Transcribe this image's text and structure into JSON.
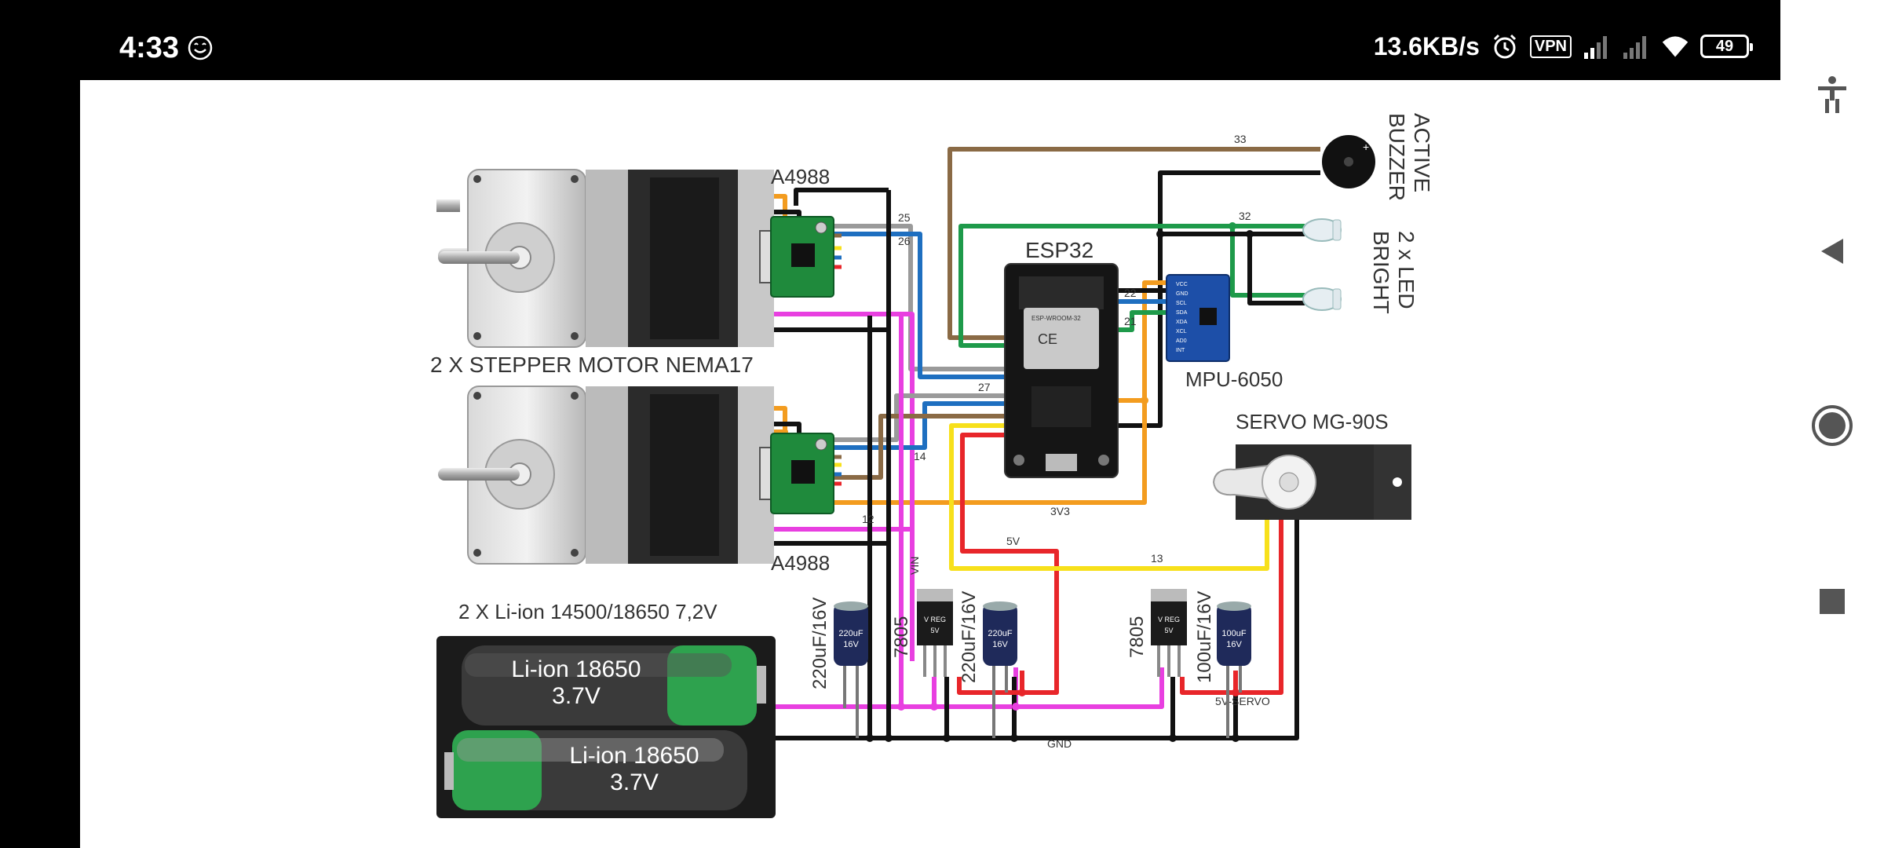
{
  "status_bar": {
    "time": "4:33",
    "net_speed": "13.6KB/s",
    "vpn": "VPN",
    "battery": "49",
    "icons": [
      "smiley-icon",
      "alarm-icon",
      "signal-icon",
      "signal-weak-icon",
      "wifi-icon",
      "battery-icon"
    ]
  },
  "nav_bar": {
    "icons": [
      "accessibility-icon",
      "back-icon",
      "home-icon",
      "recents-icon"
    ]
  },
  "diagram": {
    "driver_top": "A4988",
    "driver_bottom": "A4988",
    "motors": "2 X STEPPER MOTOR NEMA17",
    "esp": "ESP32",
    "esp_module_text": [
      "ESP-WROOM-32",
      "CE"
    ],
    "mpu": "MPU-6050",
    "servo": "SERVO MG-90S",
    "buzzer_line1": "ACTIVE",
    "buzzer_line2": "BUZZER",
    "led_line1": "2 x LED",
    "led_line2": "BRIGHT",
    "battery_title": "2 X Li-ion 14500/18650 7,2V",
    "cell1_name": "Li-ion 18650",
    "cell1_voltage": "3.7V",
    "cell2_name": "Li-ion 18650",
    "cell2_voltage": "3.7V",
    "cap1_label": "220uF/16V",
    "cap1_body": [
      "220uF",
      "16V"
    ],
    "reg1_label": "7805",
    "reg_body": [
      "V REG",
      "5V"
    ],
    "cap2_label": "220uF/16V",
    "cap2_body": [
      "220uF",
      "16V"
    ],
    "reg2_label": "7805",
    "cap3_label": "100uF/16V",
    "cap3_body": [
      "100uF",
      "16V"
    ],
    "wires": {
      "w33": "33",
      "w32": "32",
      "w25": "25",
      "w26": "26",
      "w27": "27",
      "w14": "14",
      "w12": "12",
      "w22": "22",
      "w21": "21",
      "w3v3": "3V3",
      "w5v": "5V",
      "w13": "13",
      "wvin": "VIN",
      "wgnd": "GND",
      "w5vservo": "5V-SERVO"
    },
    "mpu_pins": [
      "VCC",
      "GND",
      "SCL",
      "SDA",
      "XDA",
      "XCL",
      "AD0",
      "INT"
    ],
    "colors": {
      "orange": "#f39c1f",
      "brown": "#8a6a45",
      "green": "#1e9a4a",
      "blue": "#1e6fc0",
      "magenta": "#e83fe0",
      "red": "#e8262a",
      "yellow": "#f7e01b",
      "black": "#111111",
      "grey": "#9a9a9a"
    }
  }
}
